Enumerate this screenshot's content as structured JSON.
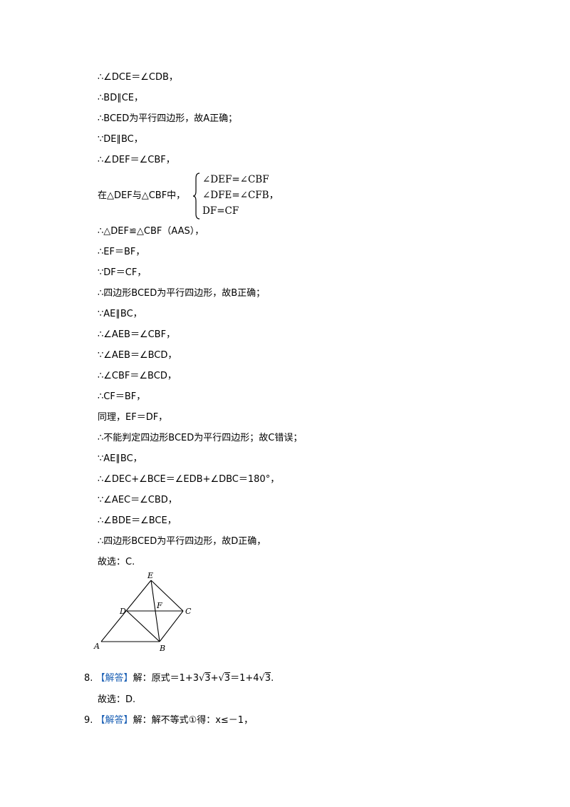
{
  "lines": [
    "∴∠DCE＝∠CDB，",
    "∴BD∥CE，",
    "∴BCED为平行四边形，故A正确；",
    "∵DE∥BC，",
    "∴∠DEF＝∠CBF，",
    "在△DEF与△CBF中，",
    "∴△DEF≌△CBF（AAS），",
    "∴EF＝BF，",
    "∵DF＝CF，",
    "∴四边形BCED为平行四边形，故B正确；",
    "∵AE∥BC，",
    "∴∠AEB＝∠CBF，",
    "∵∠AEB＝∠BCD，",
    "∴∠CBF＝∠BCD，",
    "∴CF＝BF，",
    "同理，EF＝DF，",
    "∴不能判定四边形BCED为平行四边形；故C错误；",
    "∵AE∥BC，",
    "∴∠DEC+∠BCE＝∠EDB+∠DBC＝180°，",
    "∵∠AEC＝∠CBD，",
    "∴∠BDE＝∠BCE，",
    "∴四边形BCED为平行四边形，故D正确，",
    "故选：C."
  ],
  "system": [
    "∠DEF=∠CBF",
    "∠DFE=∠CFB，",
    "DF=CF"
  ],
  "figure_labels": {
    "A": "A",
    "B": "B",
    "C": "C",
    "D": "D",
    "E": "E",
    "F": "F"
  },
  "q8": {
    "num": "8.",
    "tag": "【解答】",
    "text_a": "解：原式＝1+3",
    "r1": "3",
    "text_b": "+",
    "r2": "3",
    "text_c": "＝1+4",
    "r3": "3",
    "text_d": ".",
    "answer": "故选：D."
  },
  "q9": {
    "num": "9.",
    "tag": "【解答】",
    "text": "解：解不等式①得：x≤－1，"
  }
}
